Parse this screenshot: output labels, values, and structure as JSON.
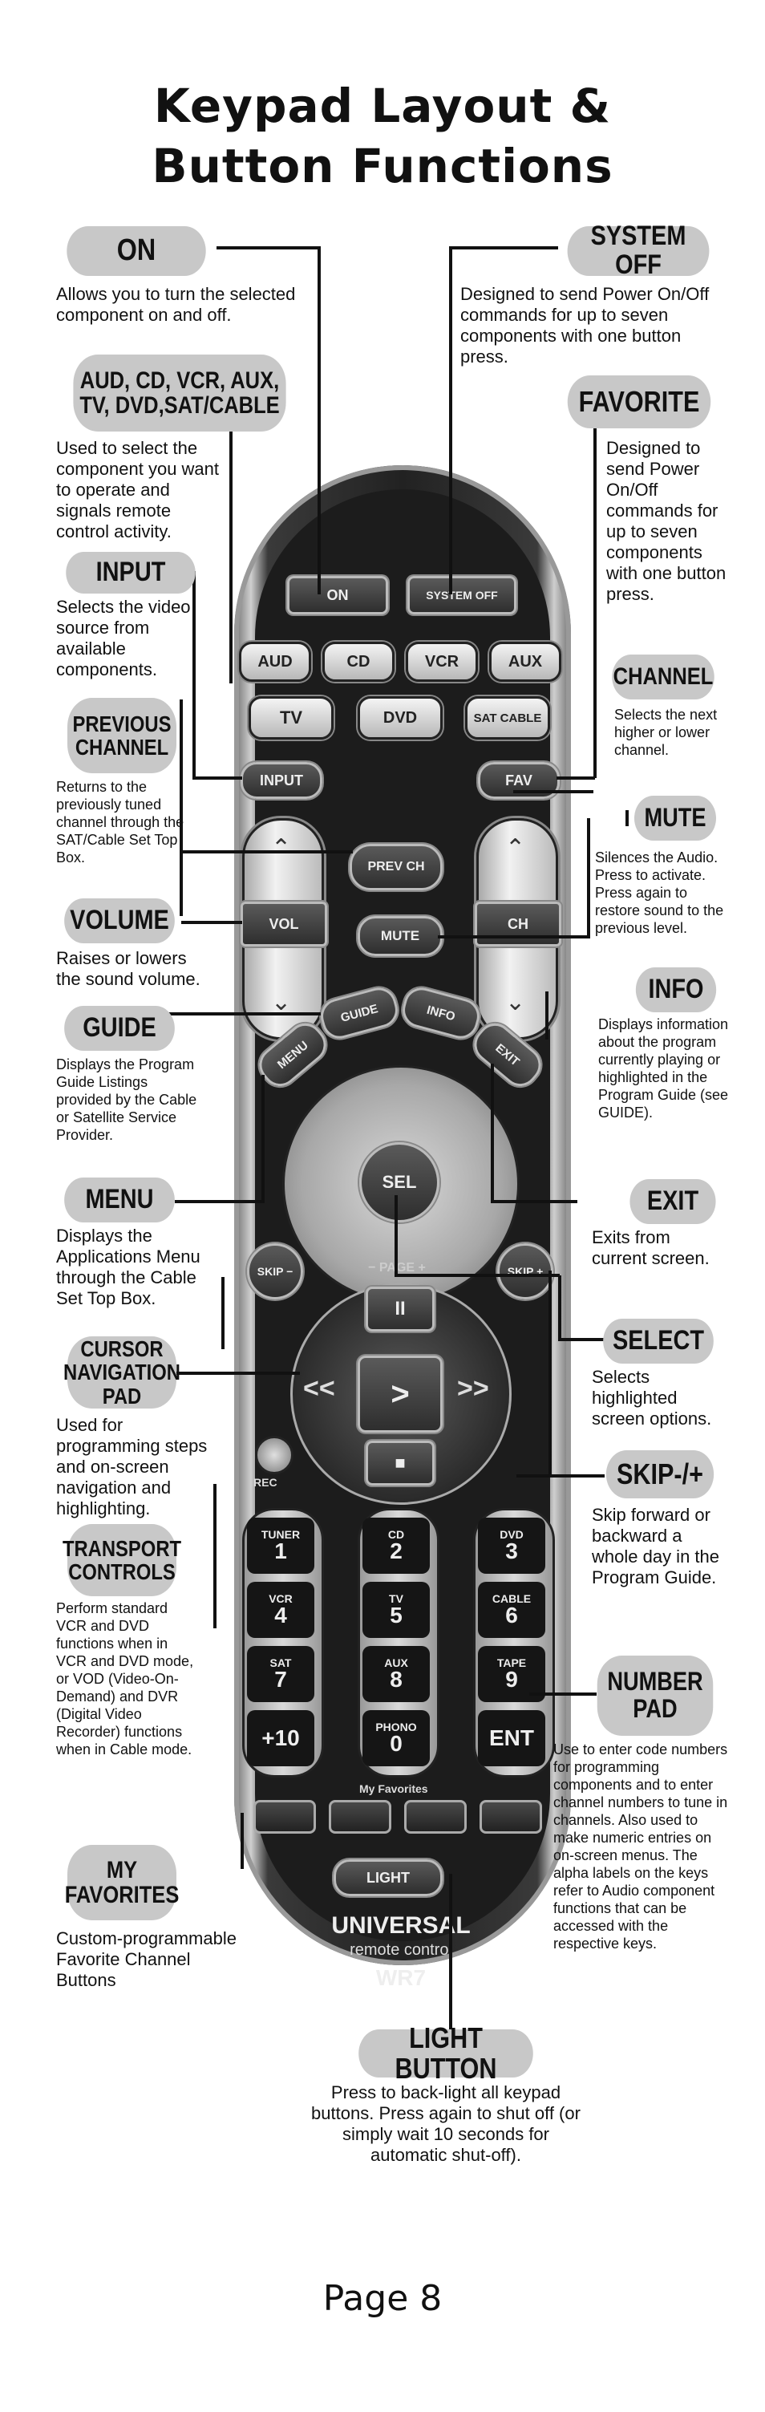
{
  "title": {
    "line1": "Keypad Layout &",
    "line2": "Button Functions"
  },
  "labels": {
    "on": {
      "title": "ON",
      "desc": "Allows you to turn the selected component on and off."
    },
    "system_off": {
      "title": "SYSTEM OFF",
      "desc": "Designed to send Power On/Off commands for up to seven components with one button press."
    },
    "aud": {
      "title": "AUD, CD, VCR, AUX, TV, DVD,SAT/CABLE",
      "desc": "Used to select the component you want to operate and signals remote control activity."
    },
    "favorite": {
      "title": "FAVORITE",
      "desc": "Designed to send Power On/Off commands for up to seven components with one button press."
    },
    "input": {
      "title": "INPUT",
      "desc": "Selects the video source from available components."
    },
    "channel": {
      "title": "CHANNEL",
      "desc": "Selects the next higher or lower channel."
    },
    "previous": {
      "title": "PREVIOUS CHANNEL",
      "desc": "Returns to the previously tuned channel through the SAT/Cable Set Top Box."
    },
    "mute": {
      "title": "MUTE",
      "desc": "Silences the Audio. Press to activate. Press again to restore sound to the previous level."
    },
    "volume": {
      "title": "VOLUME",
      "desc": "Raises or lowers the sound volume."
    },
    "info": {
      "title": "INFO",
      "desc": "Displays information about the program currently playing or highlighted in the Program Guide (see GUIDE)."
    },
    "guide": {
      "title": "GUIDE",
      "desc": "Displays the Program Guide Listings provided by the Cable or Satellite Service Provider."
    },
    "menu": {
      "title": "MENU",
      "desc": "Displays the Applications Menu through the Cable Set Top Box."
    },
    "exit": {
      "title": "EXIT",
      "desc": "Exits from current screen."
    },
    "select": {
      "title": "SELECT",
      "desc": "Selects highlighted screen options."
    },
    "cursor": {
      "title": "CURSOR NAVIGATION PAD",
      "desc": "Used for programming steps and on-screen navigation and highlighting."
    },
    "skip": {
      "title": "SKIP-/+",
      "desc": "Skip forward or backward a whole day in the Program Guide."
    },
    "transport": {
      "title": "TRANSPORT CONTROLS",
      "desc": "Perform standard VCR and DVD functions when in VCR and DVD mode, or VOD (Video-On-Demand) and DVR (Digital Video Recorder) functions when in Cable mode."
    },
    "number": {
      "title": "NUMBER PAD",
      "desc": "Use to enter code numbers for programming components and to enter channel numbers to tune in channels. Also used to make numeric entries on on-screen menus. The alpha labels on the keys refer to Audio component functions that can be accessed with the respective keys."
    },
    "myfav": {
      "title": "MY FAVORITES",
      "desc": "Custom-programmable Favorite Channel Buttons"
    },
    "light": {
      "title": "LIGHT BUTTON",
      "desc": "Press to back-light all keypad buttons. Press again to shut off (or simply wait 10 seconds for automatic shut-off)."
    }
  },
  "remote": {
    "on": "ON",
    "system_off": "SYSTEM OFF",
    "aud": "AUD",
    "cd": "CD",
    "vcr": "VCR",
    "aux": "AUX",
    "tv": "TV",
    "dvd": "DVD",
    "sat": "SAT CABLE",
    "input": "INPUT",
    "fav": "FAV",
    "prev": "PREV CH",
    "vol": "VOL",
    "ch": "CH",
    "mute": "MUTE",
    "menu": "MENU",
    "guide": "GUIDE",
    "info": "INFO",
    "exit": "EXIT",
    "sel": "SEL",
    "skip_minus": "SKIP −",
    "skip_plus": "SKIP +",
    "page": "− PAGE +",
    "rec": "REC",
    "keys": [
      {
        "a": "TUNER",
        "n": "1"
      },
      {
        "a": "CD",
        "n": "2"
      },
      {
        "a": "DVD",
        "n": "3"
      },
      {
        "a": "VCR",
        "n": "4"
      },
      {
        "a": "TV",
        "n": "5"
      },
      {
        "a": "CABLE",
        "n": "6"
      },
      {
        "a": "SAT",
        "n": "7"
      },
      {
        "a": "AUX",
        "n": "8"
      },
      {
        "a": "TAPE",
        "n": "9"
      },
      {
        "a": "",
        "n": "+10"
      },
      {
        "a": "PHONO",
        "n": "0"
      },
      {
        "a": "",
        "n": "ENT"
      }
    ],
    "my_favorites": "My Favorites",
    "light": "LIGHT",
    "brand": "UNIVERSAL",
    "brand_sub": "remote control",
    "model": "WR7"
  },
  "footer": "Page 8"
}
